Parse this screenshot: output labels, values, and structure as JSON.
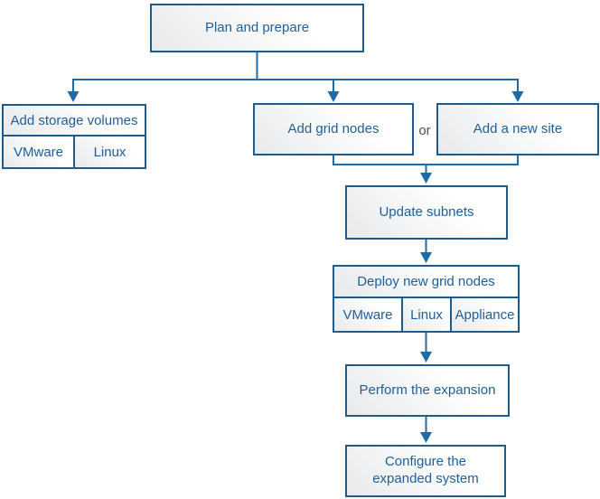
{
  "colors": {
    "border": "#1e5c8e",
    "connector": "#1f6ba8",
    "text": "#1f5f99",
    "or_text": "#44536a",
    "box_fill_start": "#ffffff",
    "box_fill_end": "#e7e9eb",
    "background": "#ffffff"
  },
  "nodes": {
    "plan": {
      "label": "Plan and prepare"
    },
    "add_storage": {
      "label": "Add storage volumes",
      "cells": [
        "VMware",
        "Linux"
      ]
    },
    "add_grid": {
      "label": "Add grid nodes"
    },
    "or_label": "or",
    "add_site": {
      "label": "Add a new site"
    },
    "update_subnets": {
      "label": "Update subnets"
    },
    "deploy": {
      "label": "Deploy new grid nodes",
      "cells": [
        "VMware",
        "Linux",
        "Appliance"
      ]
    },
    "perform": {
      "label": "Perform the expansion"
    },
    "configure": {
      "label": "Configure the expanded system"
    }
  }
}
